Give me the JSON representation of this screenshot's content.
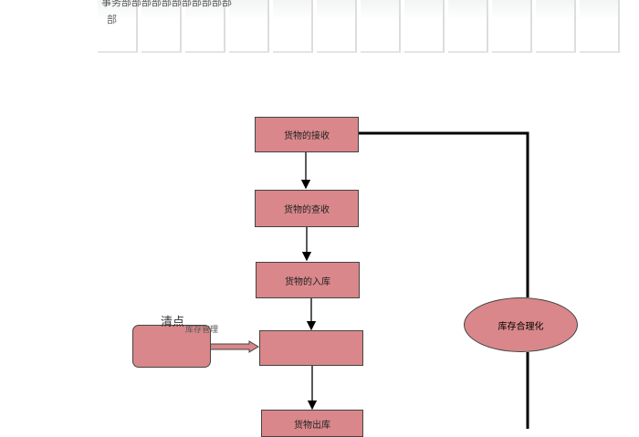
{
  "header": {
    "line1": "事务部部部部部部部部部部部",
    "line2": "部"
  },
  "flow": {
    "receive": "货物的接收",
    "inspect": "货物的查收",
    "storage": "货物的入库",
    "middle": "",
    "outbound": "货物出库",
    "side_box": "",
    "side_label_main": "清点",
    "side_label_sub": "库存管理",
    "ellipse": "库存合理化"
  },
  "colors": {
    "box_fill": "#d9878a",
    "stroke": "#000000"
  }
}
